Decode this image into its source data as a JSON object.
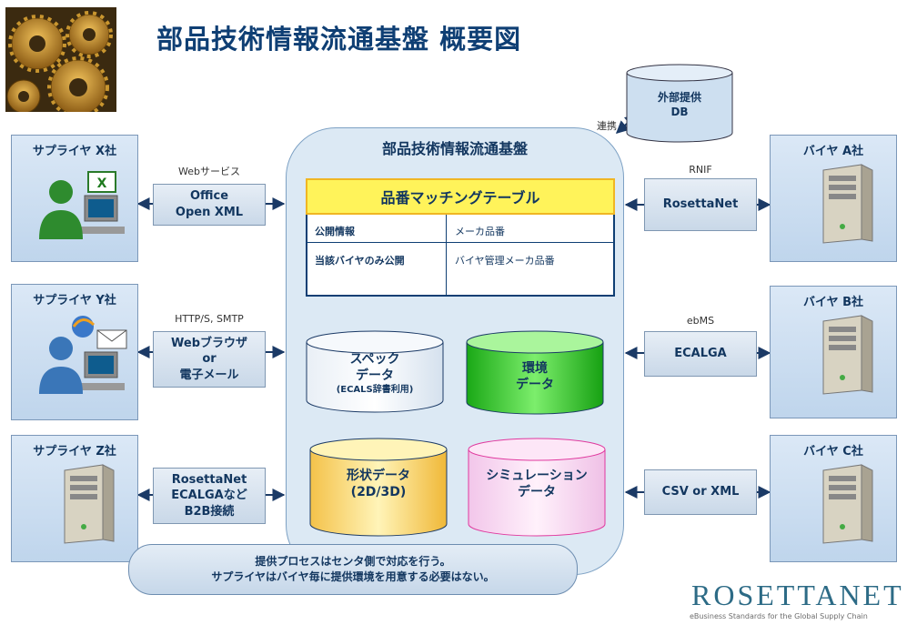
{
  "title": "部品技術情報流通基盤 概要図",
  "platform": {
    "title": "部品技術情報流通基盤",
    "matching_table": {
      "header": "品番マッチングテーブル",
      "rows": [
        {
          "key": "公開情報",
          "value": "メーカ品番"
        },
        {
          "key": "当該バイヤのみ公開",
          "value": "バイヤ管理メーカ品番"
        }
      ]
    },
    "databases": {
      "spec": {
        "line1": "スペック",
        "line2": "データ",
        "line3": "(ECALS辞書利用)"
      },
      "environment": {
        "line1": "環境",
        "line2": "データ"
      },
      "shape": {
        "line1": "形状データ",
        "line2": "(2D/3D)"
      },
      "simulation": {
        "line1": "シミュレーション",
        "line2": "データ"
      }
    }
  },
  "external_db": {
    "line1": "外部提供",
    "line2": "DB",
    "link_label": "連携"
  },
  "suppliers": [
    {
      "name": "サプライヤ X社",
      "protocol": "Webサービス",
      "connector": [
        "Office",
        "Open XML"
      ]
    },
    {
      "name": "サプライヤ Y社",
      "protocol": "HTTP/S, SMTP",
      "connector": [
        "Webブラウザ",
        "or",
        "電子メール"
      ]
    },
    {
      "name": "サプライヤ Z社",
      "protocol": "",
      "connector": [
        "RosettaNet",
        "ECALGAなど",
        "B2B接続"
      ]
    }
  ],
  "buyers": [
    {
      "name": "バイヤ A社",
      "protocol": "RNIF",
      "connector": "RosettaNet"
    },
    {
      "name": "バイヤ B社",
      "protocol": "ebMS",
      "connector": "ECALGA"
    },
    {
      "name": "バイヤ C社",
      "protocol": "",
      "connector": "CSV or XML"
    }
  ],
  "note": {
    "line1": "提供プロセスはセンタ側で対応を行う。",
    "line2": "サプライヤはバイヤ毎に提供環境を用意する必要はない。"
  },
  "logo": {
    "text": "ROSETTANET",
    "tagline": "eBusiness Standards for the Global Supply Chain"
  },
  "colors": {
    "accent_navy": "#0f3f74",
    "platform_bg": "#dce9f4",
    "table_header_yellow": "#fff35a",
    "environment_green": "#22c41c"
  }
}
